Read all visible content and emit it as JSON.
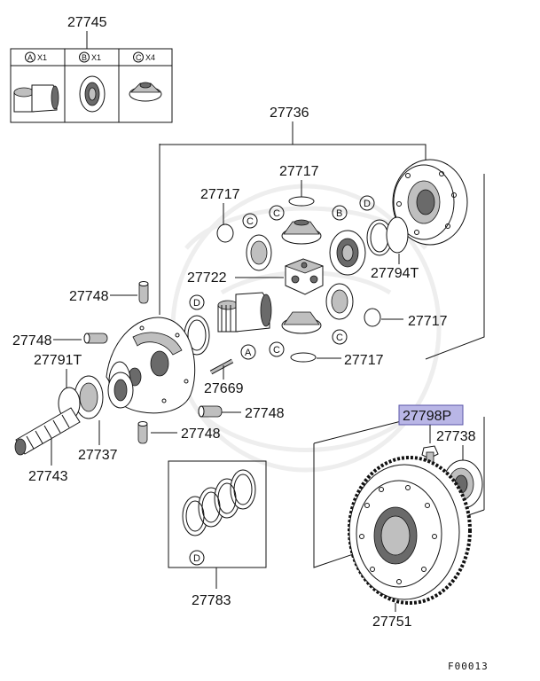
{
  "diagram_code": "F00013",
  "highlighted_part": "27798P",
  "parts": {
    "p27745": "27745",
    "p27736": "27736",
    "p27717a": "27717",
    "p27717b": "27717",
    "p27717c": "27717",
    "p27717d": "27717",
    "p27794T": "27794T",
    "p27722": "27722",
    "p27748a": "27748",
    "p27748b": "27748",
    "p27748c": "27748",
    "p27748d": "27748",
    "p27791T": "27791T",
    "p27669": "27669",
    "p27737": "27737",
    "p27743": "27743",
    "p27798P": "27798P",
    "p27738": "27738",
    "p27783": "27783",
    "p27751": "27751"
  },
  "kit_table": {
    "cells": [
      {
        "letter": "A",
        "qty": "X1"
      },
      {
        "letter": "B",
        "qty": "X1"
      },
      {
        "letter": "C",
        "qty": "X4"
      }
    ]
  },
  "callouts": {
    "c1": "C",
    "c2": "C",
    "c3": "B",
    "c4": "D",
    "c5": "D",
    "c6": "A",
    "c7": "C",
    "c8": "C",
    "c9": "D"
  }
}
